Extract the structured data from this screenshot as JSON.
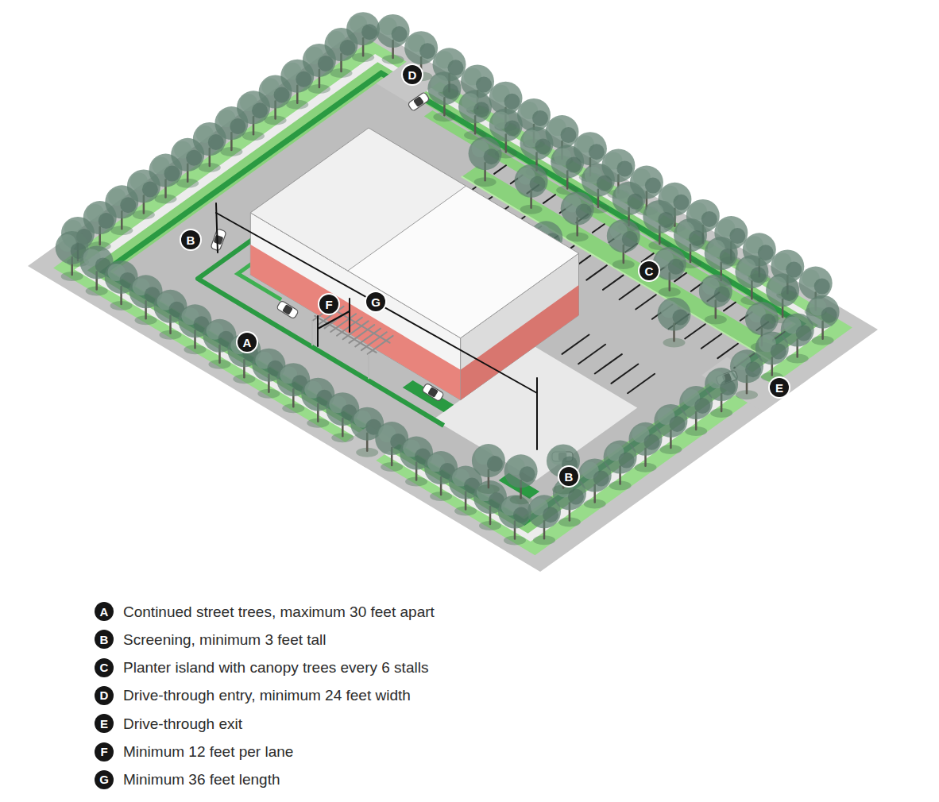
{
  "diagram": {
    "labels": [
      "D",
      "B",
      "C",
      "F",
      "G",
      "A",
      "E",
      "B",
      "A",
      "B",
      "C",
      "D",
      "E",
      "F",
      "G"
    ],
    "legend": [
      {
        "text": "Continued street trees, maximum 30 feet apart"
      },
      {
        "text": "Screening, minimum 3 feet tall"
      },
      {
        "text": "Planter island with canopy trees every 6 stalls"
      },
      {
        "text": "Drive-through entry, minimum 24 feet width"
      },
      {
        "text": "Drive-through exit"
      },
      {
        "text": "Minimum 12 feet per lane"
      },
      {
        "text": "Minimum 36 feet length"
      }
    ]
  }
}
